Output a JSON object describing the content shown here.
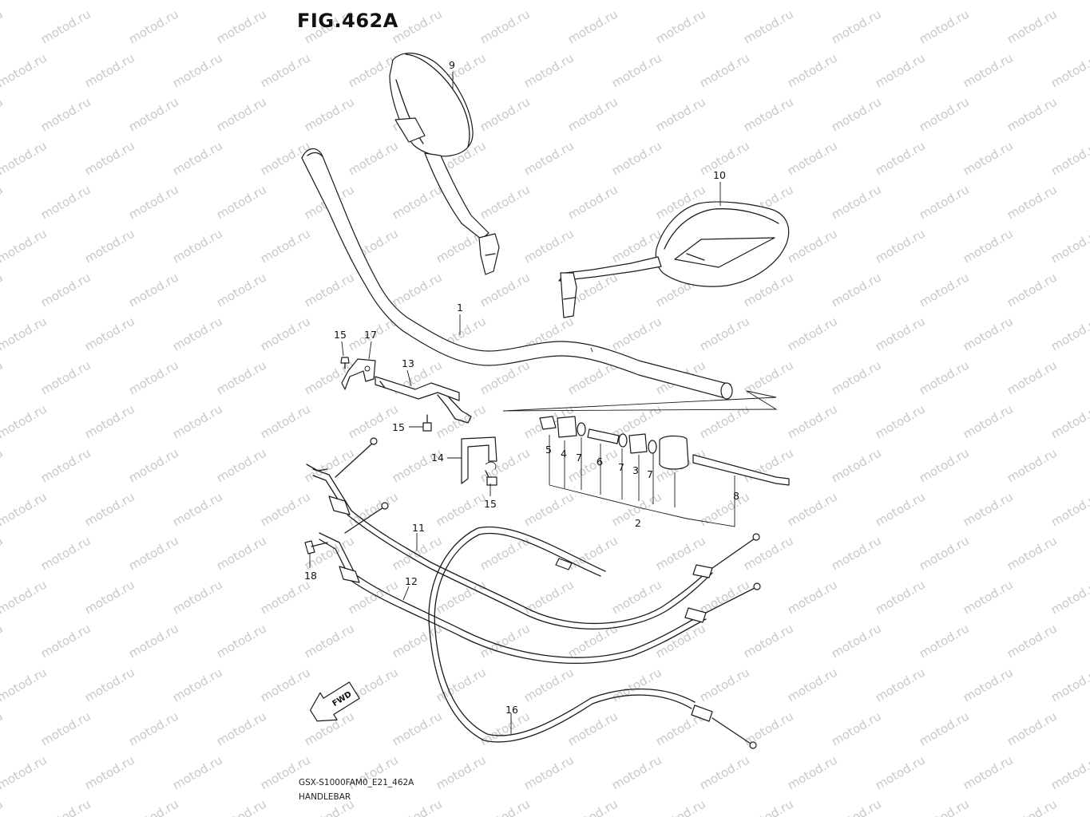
{
  "figure": {
    "title": "FIG.462A",
    "code": "GSX-S1000FAM0_E21_462A",
    "name": "HANDLEBAR"
  },
  "watermark": "motod.ru",
  "fwd_arrow": "FWD",
  "callouts": {
    "c1": "1",
    "c2": "2",
    "c3": "3",
    "c4": "4",
    "c5": "5",
    "c6": "6",
    "c7a": "7",
    "c7b": "7",
    "c7c": "7",
    "c8": "8",
    "c9": "9",
    "c10": "10",
    "c11": "11",
    "c12": "12",
    "c13": "13",
    "c14": "14",
    "c15a": "15",
    "c15b": "15",
    "c15c": "15",
    "c16": "16",
    "c17": "17",
    "c18": "18"
  },
  "colors": {
    "line": "#1a1a1a",
    "watermark": "#c8c8c8"
  }
}
